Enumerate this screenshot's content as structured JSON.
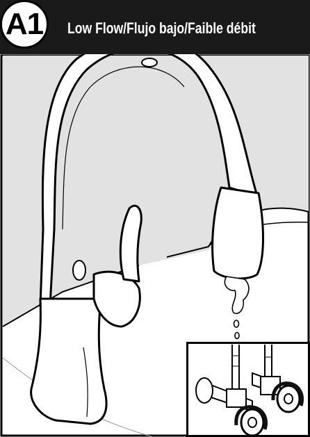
{
  "header": {
    "step_label": "A1",
    "title": "Low Flow/Flujo bajo/Faible débit"
  },
  "colors": {
    "banner": "#1a1a1a",
    "wall": "#e2e2e2",
    "outline": "#000000"
  },
  "icons": [
    "faucet-illustration",
    "water-drip-icon",
    "shutoff-valve-inset",
    "rotate-arrow-icon"
  ]
}
